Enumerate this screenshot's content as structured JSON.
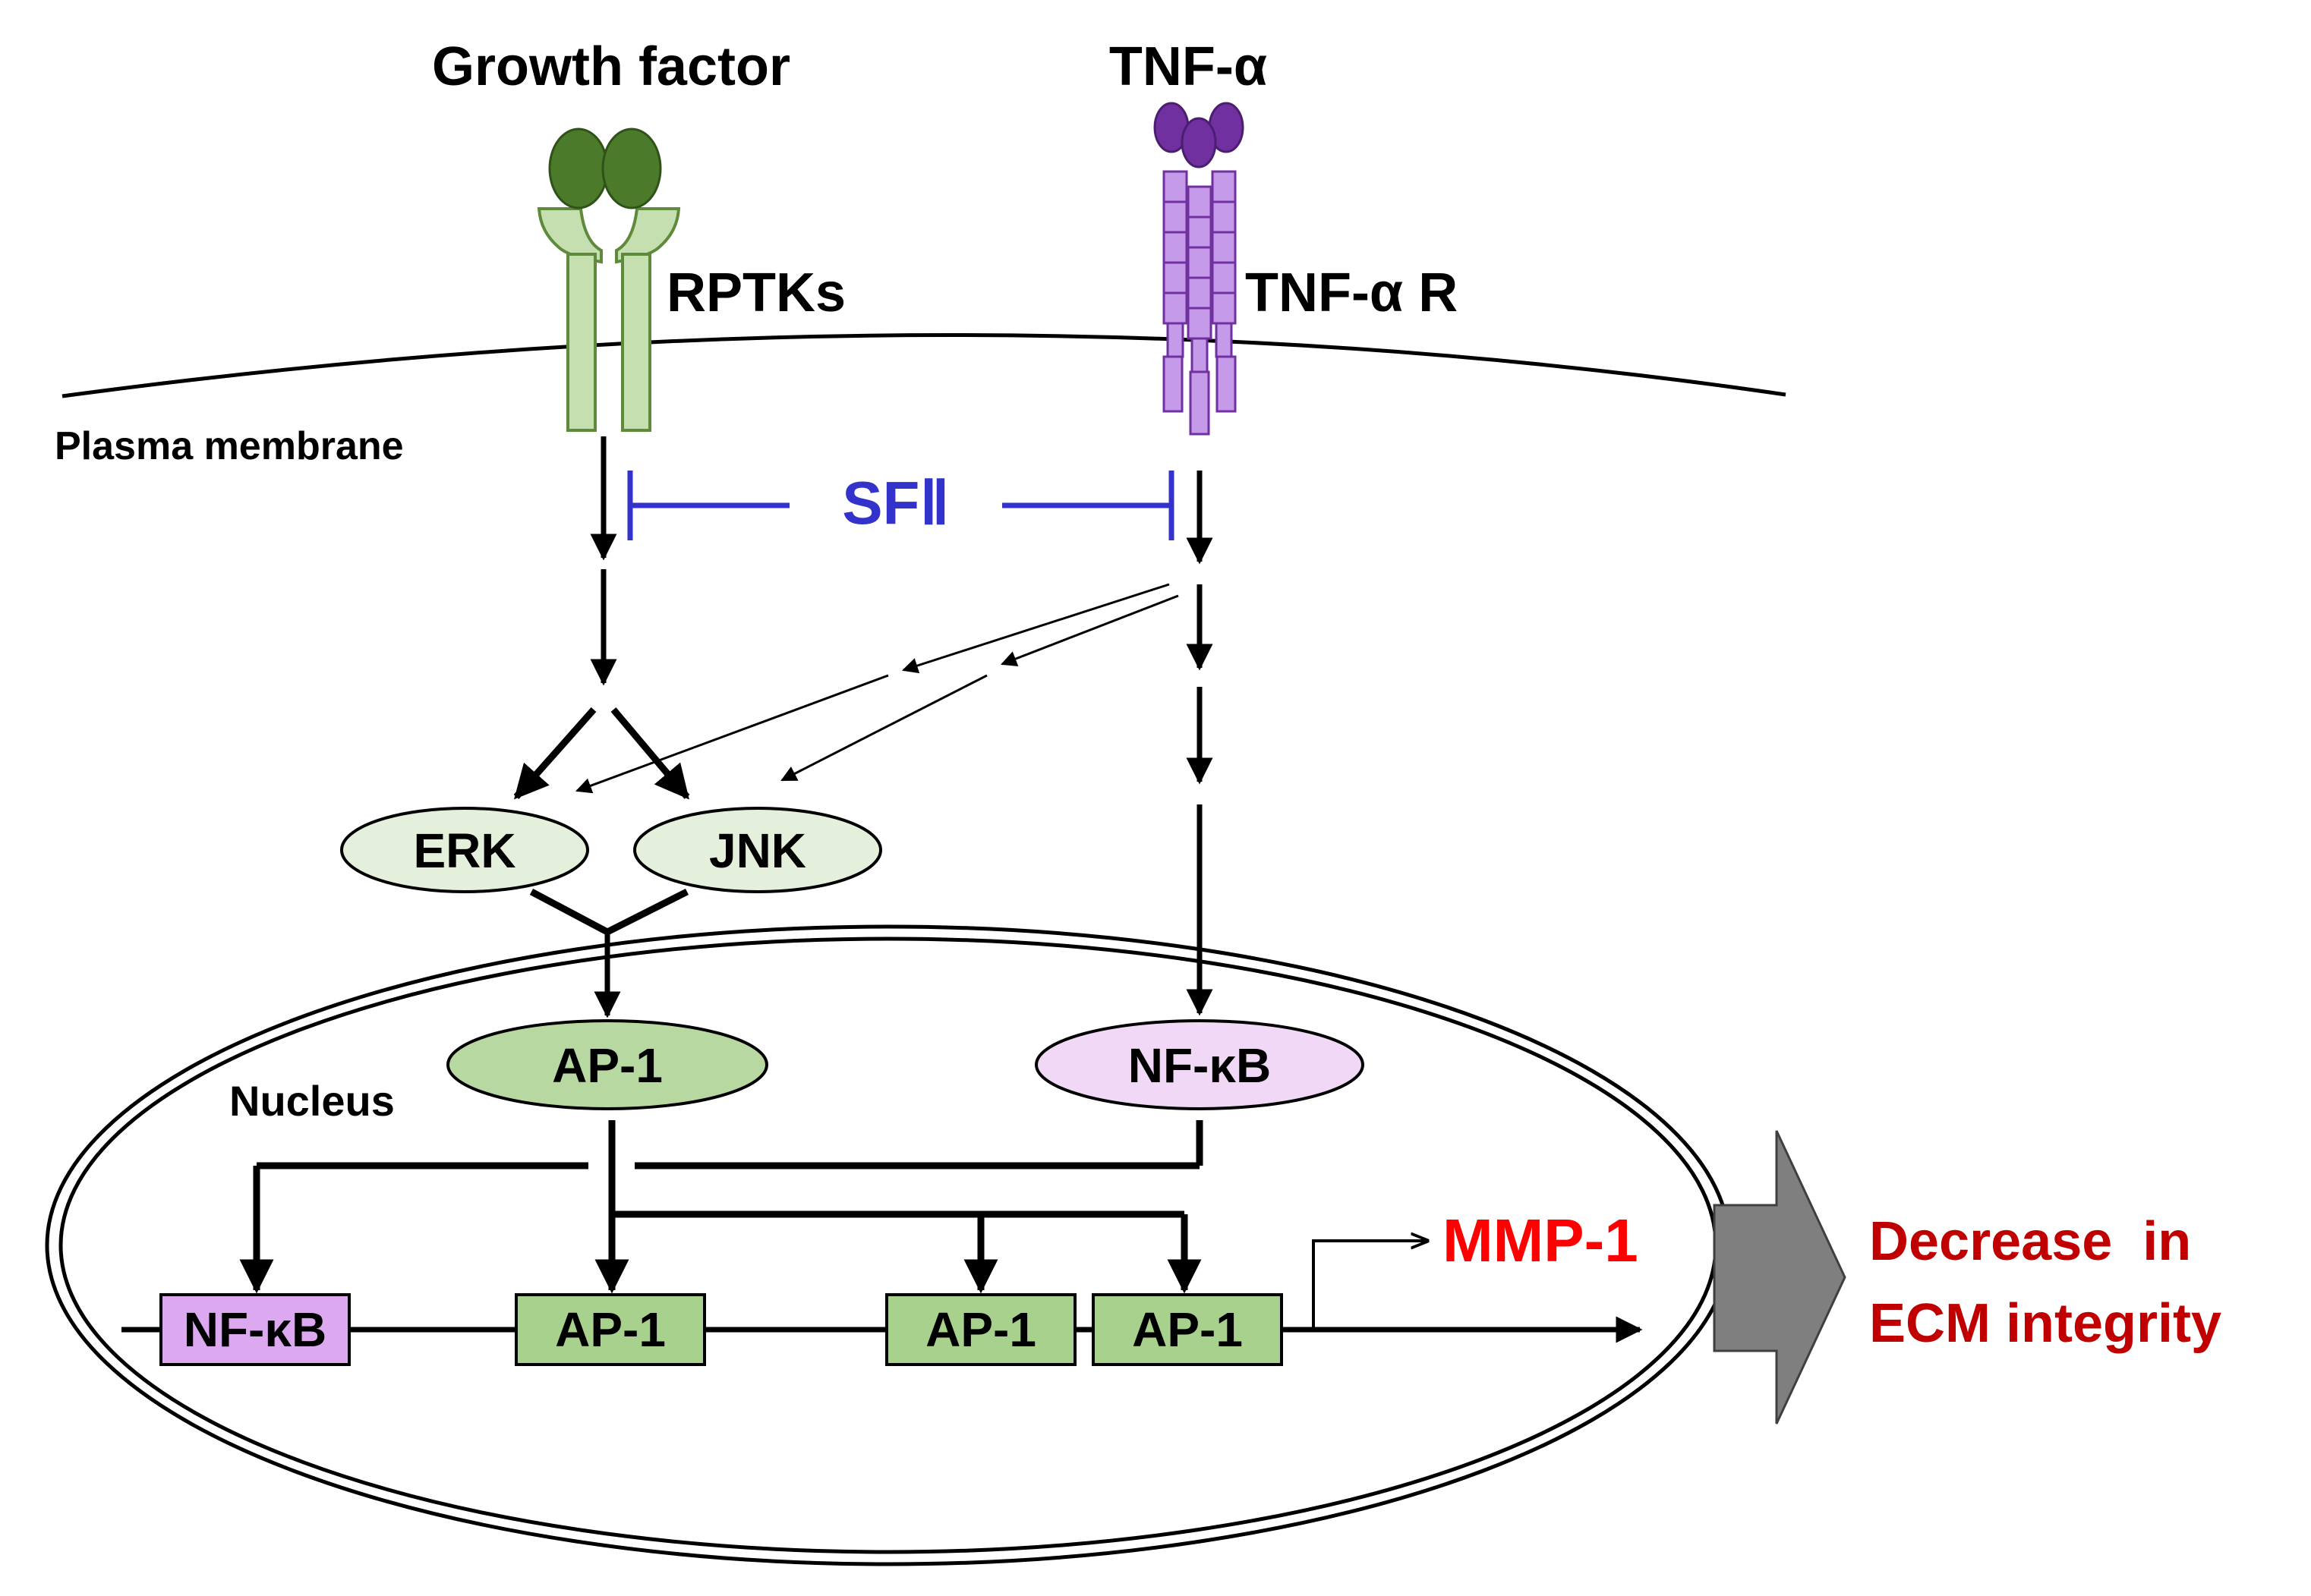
{
  "labels": {
    "growth_factor": "Growth factor",
    "tnf_alpha": "TNF-α",
    "rptks": "RPTKs",
    "tnf_alpha_receptor": "TNF-α R",
    "plasma_membrane": "Plasma membrane",
    "inhibitor": "SFⅡ",
    "nucleus": "Nucleus",
    "erk": "ERK",
    "jnk": "JNK",
    "ap1_protein": "AP-1",
    "nfkb_protein": "NF-κB",
    "promoter_nfkb": "NF-κB",
    "promoter_ap1_a": "AP-1",
    "promoter_ap1_b": "AP-1",
    "promoter_ap1_c": "AP-1",
    "mmp1": "MMP-1",
    "outcome_line1": "Decrease  in",
    "outcome_line2": "ECM integrity"
  },
  "colors": {
    "receptor_green_fill": "#c6dfb0",
    "receptor_green_stroke": "#5f8a3c",
    "growth_factor_fill": "#4a7a2a",
    "tnf_ligand_fill": "#7030a0",
    "tnf_receptor_fill": "#c59ae8",
    "tnf_receptor_stroke": "#7030a0",
    "kinase_fill": "#e4f0dc",
    "ap1_fill": "#b8d8a2",
    "nfkb_fill": "#f0d8f6",
    "ap1_box_fill": "#a9d18e",
    "nfkb_box_fill": "#dca8f0",
    "inhibitor_blue": "#3333cc",
    "mmp_red": "#ff0000",
    "outcome_red": "#c00000",
    "outcome_arrow_gray": "#7f7f7f"
  }
}
